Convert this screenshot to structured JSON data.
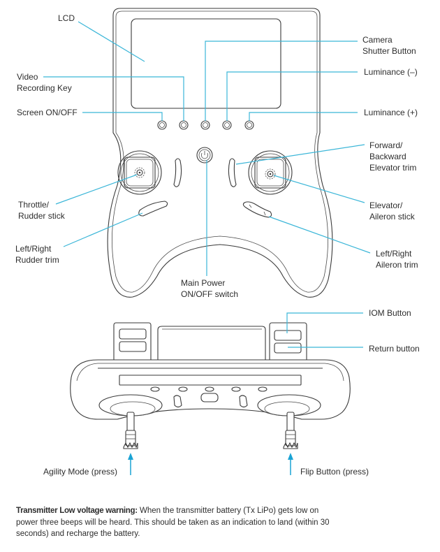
{
  "colors": {
    "leader_line": "#3bb6d8",
    "arrow": "#1aa3d4",
    "outline": "#3a3a3a",
    "text": "#2d2d2d"
  },
  "top_view": {
    "labels": {
      "lcd": "LCD",
      "video_recording_key": "Video\nRecording Key",
      "screen_on_off": "Screen ON/OFF",
      "camera_shutter": "Camera\nShutter Button",
      "luminance_minus": "Luminance (–)",
      "luminance_plus": "Luminance (+)",
      "throttle_rudder_stick": "Throttle/\nRudder stick",
      "left_right_rudder_trim": "Left/Right\nRudder trim",
      "forward_backward_elevator_trim": "Forward/\nBackward\nElevator trim",
      "elevator_aileron_stick": "Elevator/\nAileron stick",
      "left_right_aileron_trim": "Left/Right\nAileron trim",
      "main_power": "Main Power\nON/OFF switch"
    }
  },
  "front_view": {
    "labels": {
      "iom_button": "IOM Button",
      "return_button": "Return button",
      "agility_mode": "Agility Mode (press)",
      "flip_button": "Flip Button (press)"
    }
  },
  "warning": {
    "title": "Transmitter Low voltage warning:",
    "body": " When the transmitter battery (Tx LiPo) gets low on power three beeps will be heard. This should be taken as an indication to land (within 30 seconds) and recharge the battery."
  }
}
